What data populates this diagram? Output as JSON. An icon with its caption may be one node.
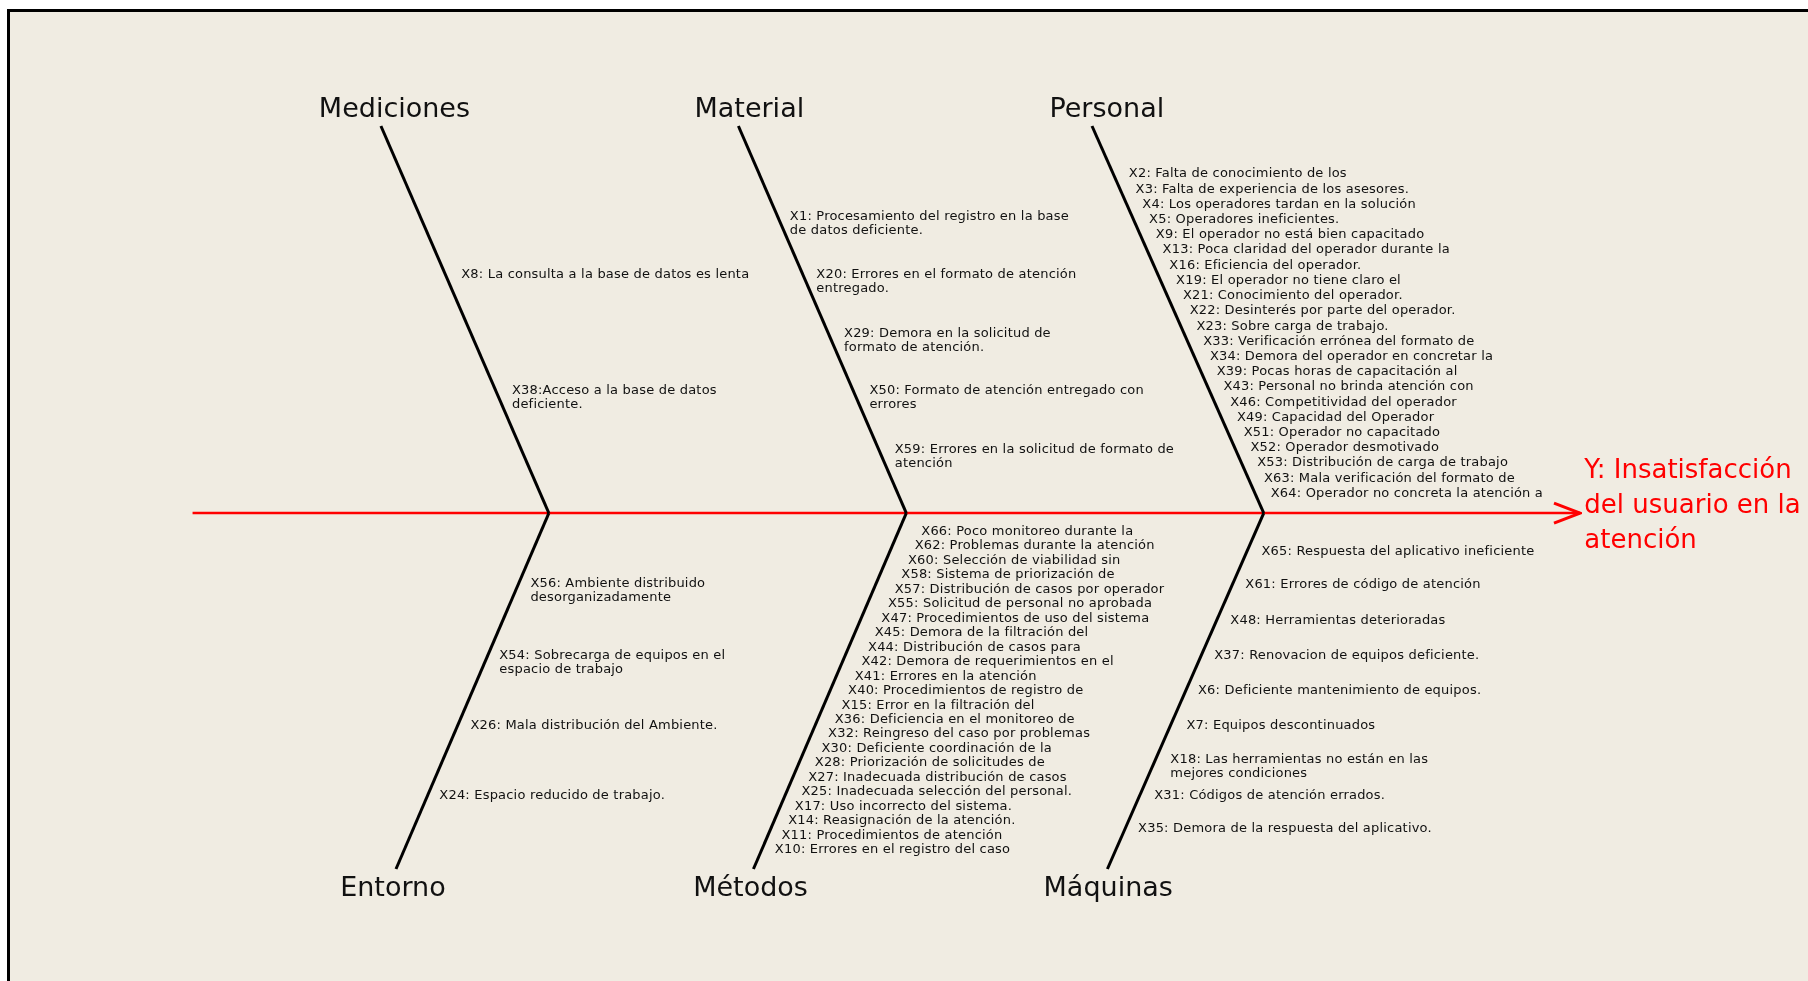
{
  "diagram": {
    "nodes": [
      {
        "text": [
          "Mediciones"
        ]
      },
      {
        "text": [
          "Material"
        ]
      },
      {
        "text": [
          "Personal"
        ]
      },
      {
        "text": [
          "Entorno"
        ]
      },
      {
        "text": [
          "Métodos"
        ]
      },
      {
        "text": [
          "Máquinas"
        ]
      },
      {
        "text": [
          "Y: Insatisfacción del usuario en la atención"
        ]
      }
    ],
    "edges": [
      {
        "from": null,
        "to": 6,
        "arrow": "to",
        "color": "#ff0000"
      },
      {
        "from": 0,
        "to": null,
        "arrow": "none"
      },
      {
        "from": 1,
        "to": null,
        "arrow": "none"
      },
      {
        "from": 2,
        "to": null,
        "arrow": "none"
      },
      {
        "from": 3,
        "to": null,
        "arrow": "none"
      },
      {
        "from": 4,
        "to": null,
        "arrow": "none"
      },
      {
        "from": 5,
        "to": null,
        "arrow": "none"
      }
    ],
    "labels": [
      "X8: La consulta a la base de datos es lenta",
      "X38:Acceso a la base de datos deficiente.",
      "X1: Procesamiento del registro en la base de datos deficiente.",
      "X20: Errores en el formato de atención entregado.",
      "X29: Demora en la solicitud de formato de atención.",
      "X50: Formato de atención entregado con errores",
      "X59: Errores en la solicitud de formato de atención",
      "X2: Falta de conocimiento de los",
      "X3: Falta de experiencia de los asesores.",
      "X4: Los operadores tardan en la solución",
      "X5: Operadores ineficientes.",
      "X9: El operador no está bien capacitado",
      "X13: Poca claridad del operador durante la",
      "X16: Eficiencia del operador.",
      "X19: El operador no tiene claro el",
      "X21: Conocimiento del operador.",
      "X22: Desinterés por parte del operador.",
      "X23: Sobre carga de trabajo.",
      "X33: Verificación errónea del formato de",
      "X34: Demora del operador en concretar la",
      "X39: Pocas horas de capacitación al",
      "X43: Personal no brinda atención con",
      "X46: Competitividad del operador",
      "X49: Capacidad del Operador",
      "X51: Operador no capacitado",
      "X52: Operador desmotivado",
      "X53: Distribución de carga de trabajo",
      "X63: Mala verificación del formato de",
      "X64: Operador no concreta la atención a",
      "X56: Ambiente distribuido desorganizadamente",
      "X54: Sobrecarga de equipos en el espacio de trabajo",
      "X26: Mala distribución del Ambiente.",
      "X24: Espacio reducido de trabajo.",
      "X66: Poco monitoreo durante la",
      "X62: Problemas durante la atención",
      "X60: Selección de viabilidad sin",
      "X58: Sistema de priorización de",
      "X57: Distribución de casos por operador",
      "X55: Solicitud de personal no aprobada",
      "X47: Procedimientos de uso del sistema",
      "X45: Demora de la filtración del",
      "X44: Distribución de casos para",
      "X42: Demora de requerimientos en el",
      "X41: Errores en la atención",
      "X40: Procedimientos de registro de",
      "X15: Error en la filtración del",
      "X36: Deficiencia en el monitoreo de",
      "X32: Reingreso del caso por problemas",
      "X30: Deficiente coordinación de la",
      "X28: Priorización de solicitudes de",
      "X27: Inadecuada distribución de casos",
      "X25: Inadecuada selección del personal.",
      "X17: Uso incorrecto del sistema.",
      "X14: Reasignación de la atención.",
      "X11: Procedimientos de atención",
      "X10: Errores en el registro del caso",
      "X65: Respuesta del aplicativo ineficiente",
      "X61: Errores de código de atención",
      "X48: Herramientas deterioradas",
      "X37: Renovacion de equipos deficiente.",
      "X6: Deficiente mantenimiento de equipos.",
      "X7: Equipos descontinuados",
      "X18: Las herramientas no están en las mejores condiciones",
      "X31: Códigos de atención errados.",
      "X35: Demora de la respuesta del aplicativo."
    ]
  }
}
